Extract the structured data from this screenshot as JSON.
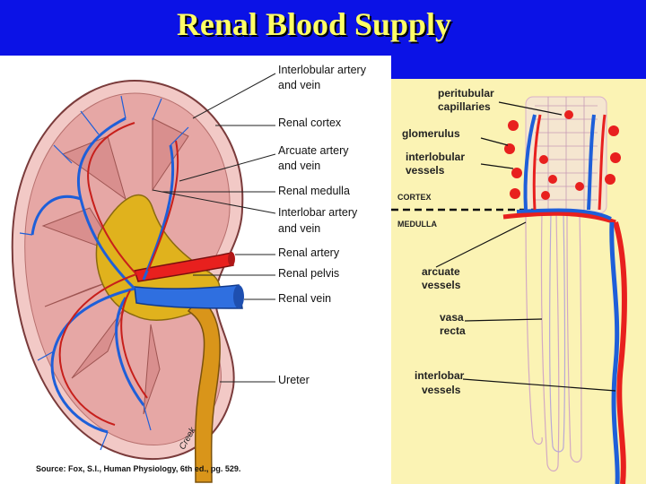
{
  "title": "Renal Blood Supply",
  "kidney": {
    "labels": {
      "interlobular_1": "Interlobular artery",
      "interlobular_2": "and vein",
      "cortex": "Renal cortex",
      "arcuate_1": "Arcuate artery",
      "arcuate_2": "and vein",
      "medulla": "Renal medulla",
      "interlobar_1": "Interlobar artery",
      "interlobar_2": "and vein",
      "artery": "Renal artery",
      "pelvis": "Renal pelvis",
      "vein": "Renal vein",
      "ureter": "Ureter"
    },
    "signature": "Creek",
    "source": "Source: Fox, S.I., Human Physiology, 6th ed., pg. 529."
  },
  "nephron": {
    "labels": {
      "peritubular_1": "peritubular",
      "peritubular_2": "capillaries",
      "glomerulus": "glomerulus",
      "interlobular_1": "interlobular",
      "interlobular_2": "vessels",
      "cortex": "CORTEX",
      "medulla": "MEDULLA",
      "arcuate_1": "arcuate",
      "arcuate_2": "vessels",
      "vasa_1": "vasa",
      "vasa_2": "recta",
      "interlobar_1": "interlobar",
      "interlobar_2": "vessels"
    }
  },
  "colors": {
    "background": "#0b12e6",
    "title": "#ffff66",
    "artery": "#e8201e",
    "vein": "#1e5fd9",
    "cortex": "#e6a7a5",
    "pelvis": "#e0b21d",
    "ureter": "#d9951a",
    "right_panel": "#fbf3b4"
  }
}
